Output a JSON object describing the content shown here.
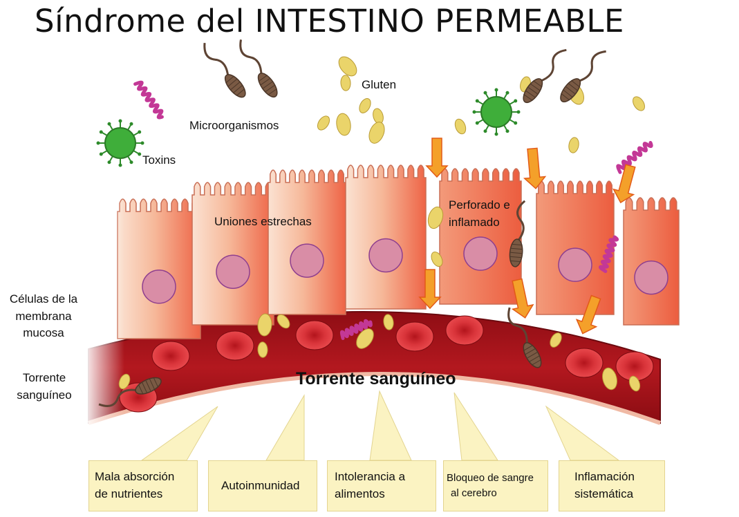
{
  "title": "Síndrome del INTESTINO PERMEABLE",
  "labels": {
    "microorganisms": "Microorganismos",
    "gluten": "Gluten",
    "toxins": "Toxins",
    "tight_junctions": "Uniones estrechas",
    "perforated_line1": "Perforado e",
    "perforated_line2": "inflamado",
    "mucosa_line1": "Células de la",
    "mucosa_line2": "membrana",
    "mucosa_line3": "mucosa",
    "blood_left_line1": "Torrente",
    "blood_left_line2": "sanguíneo",
    "bloodstream": "Torrente sanguíneo"
  },
  "effects": [
    {
      "line1": "Mala absorción",
      "line2": "de nutrientes"
    },
    {
      "line1": "Autoinmunidad",
      "line2": ""
    },
    {
      "line1": "Intolerancia a",
      "line2": "alimentos"
    },
    {
      "line1": "Bloqueo de sangre",
      "line2": "al cerebro"
    },
    {
      "line1": "Inflamación",
      "line2": "sistemática"
    }
  ],
  "colors": {
    "cell_light": "#f7c7a8",
    "cell_inflamed": "#ef6a4a",
    "nucleus": "#d98da6",
    "blood": "#a8141c",
    "rbc": "#d42a30",
    "gluten": "#ead46a",
    "virus": "#3fae3a",
    "toxin": "#c33896",
    "bacteria": "#7a5a44",
    "arrow": "#f4a02a",
    "box_fill": "#fbf3c2"
  }
}
